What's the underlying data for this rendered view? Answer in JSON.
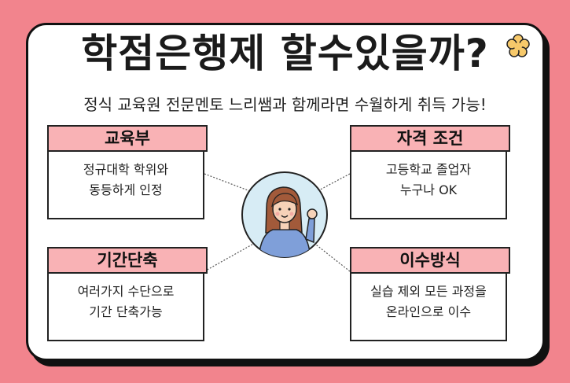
{
  "title": "학점은행제 할수있을까?",
  "subtitle": "정식 교육원 전문멘토 느리쌤과 함께라면 수월하게 취득 가능!",
  "boxes": [
    {
      "heading": "교육부",
      "line1": "정규대학 학위와",
      "line2": "동등하게 인정"
    },
    {
      "heading": "자격 조건",
      "line1": "고등학교 졸업자",
      "line2": "누구나 OK"
    },
    {
      "heading": "기간단축",
      "line1": "여러가지 수단으로",
      "line2": "기간 단축가능"
    },
    {
      "heading": "이수방식",
      "line1": "실습 제외 모든 과정을",
      "line2": "온라인으로 이수"
    }
  ],
  "colors": {
    "background": "#f2848d",
    "box_header": "#f9b2b5",
    "avatar_bg": "#d7ecf5",
    "accent_flower": "#f7c96a"
  },
  "icons": {
    "decoration": "flower-icon",
    "person": "woman-waving-illustration"
  }
}
